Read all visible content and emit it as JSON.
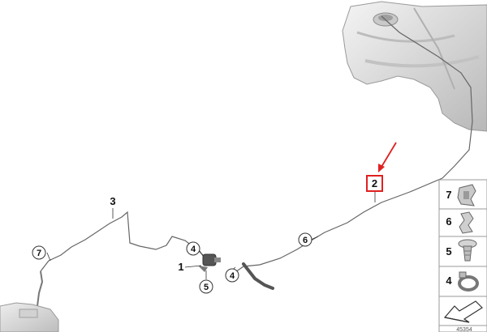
{
  "callouts": {
    "c7": "7",
    "c4a": "4",
    "c5": "5",
    "c4b": "4",
    "c6": "6"
  },
  "labels": {
    "l3": "3",
    "l1": "1",
    "l2": "2"
  },
  "legend": {
    "items": [
      {
        "number": "7",
        "icon": "spring-clip-icon"
      },
      {
        "number": "6",
        "icon": "cable-clip-icon"
      },
      {
        "number": "5",
        "icon": "expanding-rivet-icon"
      },
      {
        "number": "4",
        "icon": "hose-clamp-icon"
      }
    ],
    "footer_icon": "direction-arrow-icon"
  },
  "footer": {
    "code": "45354"
  },
  "colors": {
    "highlight_box": "#e02020",
    "arrow": "#e02020",
    "line": "#555555"
  }
}
